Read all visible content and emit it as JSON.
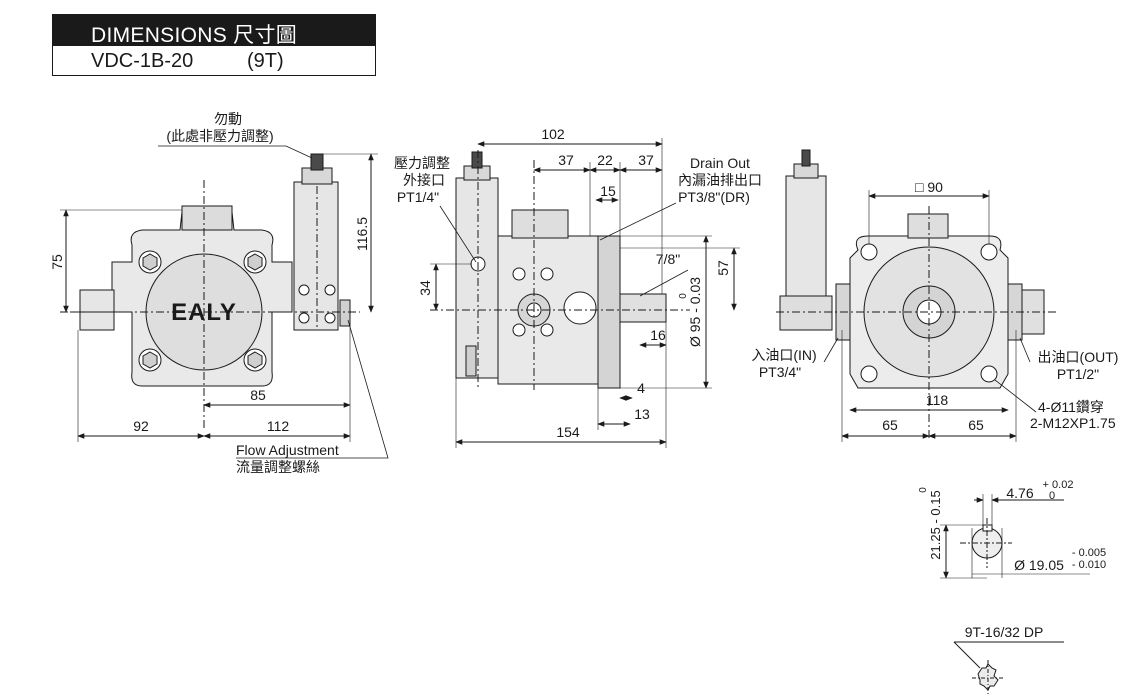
{
  "header": {
    "title": "DIMENSIONS 尺寸圖",
    "model": "VDC-1B-20",
    "code": "(9T)"
  },
  "side_view": {
    "note_line1": "勿動",
    "note_line2": "(此處非壓力調整)",
    "brand": "EALY",
    "dim_height_left": "75",
    "dim_height_right": "116.5",
    "dim_85": "85",
    "dim_92": "92",
    "dim_112": "112",
    "flow_en": "Flow  Adjustment",
    "flow_cn": "流量調整螺絲"
  },
  "front_view": {
    "pressure_cn1": "壓力調整",
    "pressure_cn2": "外接口",
    "pressure_port": "PT1/4\"",
    "drain_en": "Drain  Out",
    "drain_cn": "內漏油排出口",
    "drain_port": "PT3/8\"(DR)",
    "dim_102": "102",
    "dim_37a": "37",
    "dim_22": "22",
    "dim_37b": "37",
    "dim_15": "15",
    "dim_34": "34",
    "dim_7_8": "7/8\"",
    "dim_57": "57",
    "dim_dia95": "Ø 95 - 0.03",
    "dim_dia95_upper": "0",
    "dim_16": "16",
    "dim_4": "4",
    "dim_13": "13",
    "dim_154": "154"
  },
  "rear_view": {
    "square": "□ 90",
    "inlet_cn": "入油口(IN)",
    "inlet_port": "PT3/4\"",
    "outlet_cn": "出油口(OUT)",
    "outlet_port": "PT1/2\"",
    "dim_118": "118",
    "dim_65a": "65",
    "dim_65b": "65",
    "holes": "4-Ø11鑽穿",
    "taps": "2-M12XP1.75"
  },
  "shaft_detail": {
    "key_width": "4.76",
    "key_tol_upper": "+ 0.02",
    "key_tol_lower": "0",
    "key_height": "21.25 - 0.15",
    "key_height_upper": "0",
    "shaft_dia": "Ø 19.05",
    "shaft_tol_upper": "- 0.005",
    "shaft_tol_lower": "- 0.010"
  },
  "spline_detail": {
    "spec": "9T-16/32  DP"
  }
}
